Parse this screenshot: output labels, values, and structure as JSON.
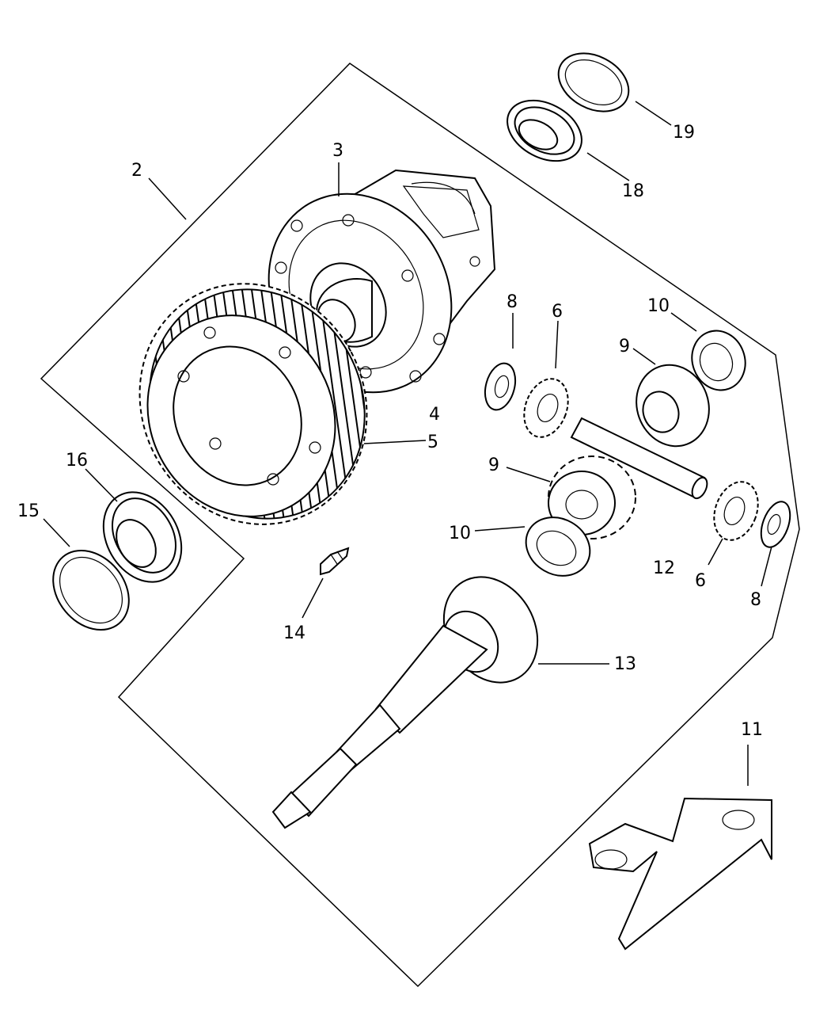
{
  "labels": {
    "p2": "2",
    "p3": "3",
    "p4": "4",
    "p5": "5",
    "p6a": "6",
    "p6b": "6",
    "p8a": "8",
    "p8b": "8",
    "p9a": "9",
    "p9b": "9",
    "p10a": "10",
    "p10b": "10",
    "p11": "11",
    "p12": "12",
    "p13": "13",
    "p14": "14",
    "p15": "15",
    "p16": "16",
    "p18": "18",
    "p19": "19"
  },
  "colors": {
    "ink": "#000000",
    "paper": "#ffffff"
  }
}
